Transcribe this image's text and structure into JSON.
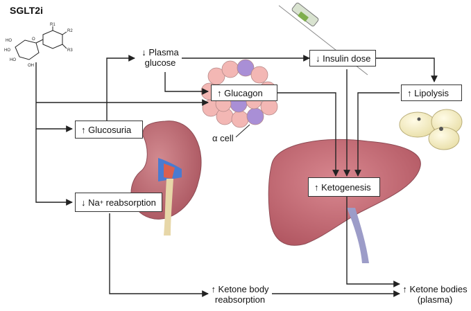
{
  "drug": {
    "name": "SGLT2i"
  },
  "molecule": {
    "substituents": [
      "R1",
      "R2",
      "R3"
    ]
  },
  "nodes": {
    "plasma_glucose": [
      "↓ Plasma",
      "glucose"
    ],
    "insulin_dose": "↓ Insulin dose",
    "glucagon": "↑ Glucagon",
    "lipolysis": "↑ Lipolysis",
    "glucosuria": "↑ Glucosuria",
    "na_reabsorption_prefix": "↓ Na",
    "na_reabsorption_sup": "+",
    "na_reabsorption_suffix": " reabsorption",
    "ketogenesis": "↑ Ketogenesis",
    "ketone_body_reabsorption": [
      "↑ Ketone body",
      "reabsorption"
    ],
    "ketone_bodies_plasma": [
      "↑ Ketone bodies",
      "(plasma)"
    ]
  },
  "annotations": {
    "alpha_cell": "α cell"
  },
  "colors": {
    "arrow": "#222222",
    "liver": "#c06a72",
    "kidney": "#b8666f",
    "glucagon_cells": "#f3b7b4",
    "alpha_cells": "#a98fd6",
    "fat_cells": "#f4efc9"
  }
}
